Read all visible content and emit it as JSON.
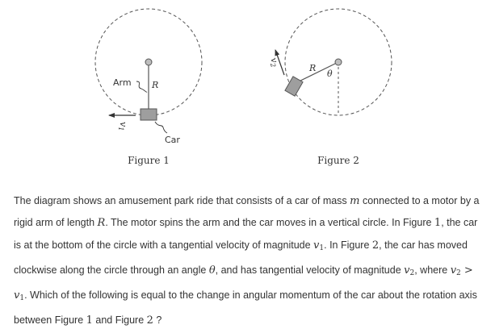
{
  "figure1": {
    "caption": "Figure 1",
    "arm_label": "Arm",
    "radius_label": "R",
    "velocity_label": "v",
    "velocity_subscript": "1",
    "car_label": "Car"
  },
  "figure2": {
    "caption": "Figure 2",
    "radius_label": "R",
    "angle_label": "θ",
    "velocity_label": "v",
    "velocity_subscript": "2"
  },
  "problem": {
    "p1": "The diagram shows an amusement park ride that consists of a car of mass ",
    "mass": "m",
    "p2": " connected to a motor by a rigid arm of length ",
    "length": "R",
    "p3": ". The motor spins the arm and the car moves in a vertical circle. In Figure ",
    "fig1_num_a": "1",
    "p4": ", the car is at the bottom of the circle with a tangential velocity of magnitude ",
    "v1_letter": "v",
    "v1_sub": "1",
    "p5": ". In Figure ",
    "fig2_num_a": "2",
    "p6": ", the car has moved clockwise along the circle through an angle ",
    "theta": "θ",
    "p7": ", and has tangential velocity of magnitude ",
    "v2_letter": "v",
    "v2_sub": "2",
    "p8": ", where ",
    "cmp_v2_letter": "v",
    "cmp_v2_sub": "2",
    "cmp_op": " > ",
    "cmp_v1_letter": "v",
    "cmp_v1_sub": "1",
    "p9": ". Which of the following is equal to the change in angular momentum of the car about the rotation axis between Figure ",
    "fig1_num_b": "1",
    "p10": " and Figure ",
    "fig2_num_b": "2",
    "p11": " ?"
  }
}
